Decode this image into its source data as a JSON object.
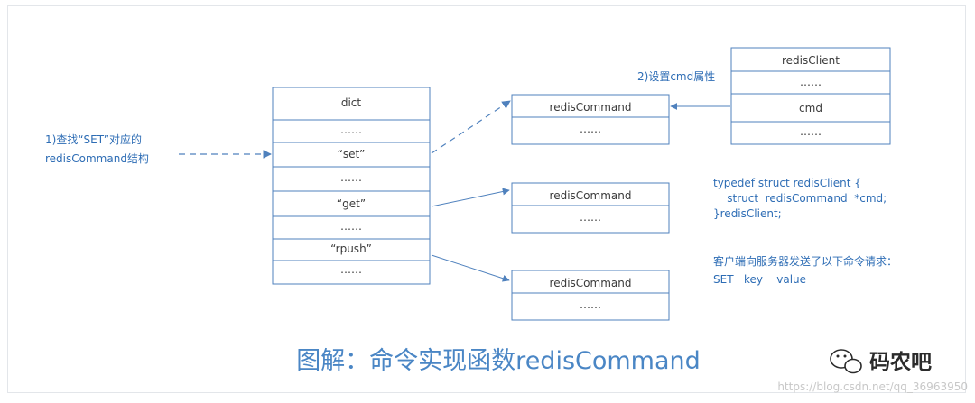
{
  "dict_box": {
    "title": "dict",
    "rows": [
      "……",
      "“set”",
      "……",
      "“get”",
      "……",
      "“rpush”",
      "……"
    ]
  },
  "command_box_1": {
    "name": "redisCommand",
    "dots": "……"
  },
  "command_box_2": {
    "name": "redisCommand",
    "dots": "……"
  },
  "command_box_3": {
    "name": "redisCommand",
    "dots": "……"
  },
  "client_box": {
    "title": "redisClient",
    "rows": [
      "……",
      "cmd",
      "……"
    ]
  },
  "step_1": {
    "line1": "1)查找“SET”对应的",
    "line2": "redisCommand结构"
  },
  "step_2": "2)设置cmd属性",
  "struct_code": [
    "typedef  struct  redisClient {",
    "    struct  redisCommand  *cmd;",
    "}redisClient;"
  ],
  "client_request": {
    "line1": "客户端向服务器发送了以下命令请求：",
    "line2": "SET   key    value"
  },
  "caption": "图解：命令实现函数redisCommand",
  "brand": "码农吧",
  "watermark": "https://blog.csdn.net/qq_36963950",
  "colors": {
    "stroke": "#4f81bd",
    "note_text": "#2e6db5",
    "caption": "#4a86c5"
  }
}
